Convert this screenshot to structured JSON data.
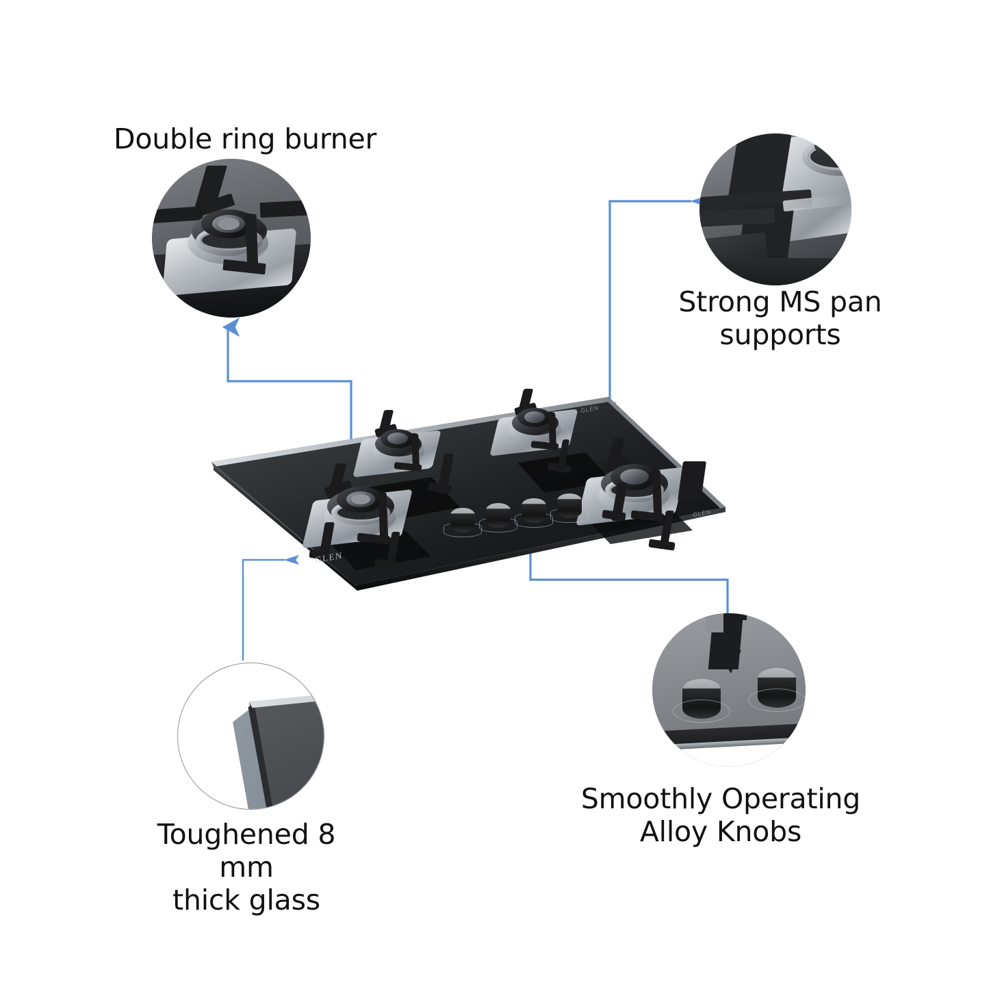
{
  "page": {
    "background_color": "#ffffff",
    "accent_color": "#5b8fd4",
    "text_color": "#111111",
    "product_type": "built-in glass gas hob",
    "brand": "GLEN"
  },
  "callouts": [
    {
      "id": "double-ring-burner",
      "label": "Double ring burner",
      "label_align": "left",
      "detail_view": "close-up of stainless steel burner with black double-ring burner cap and black pan support"
    },
    {
      "id": "strong-ms-pan-supports",
      "label": "Strong MS pan\nsupports",
      "label_align": "center",
      "detail_view": "close-up of black mild-steel pan support arms over the stainless burner base"
    },
    {
      "id": "toughened-glass",
      "label": "Toughened 8 mm\nthick glass",
      "label_align": "center",
      "detail_view": "close-up of the corner edge of the black toughened glass top showing its thickness"
    },
    {
      "id": "alloy-knobs",
      "label": "Smoothly Operating\nAlloy Knobs",
      "label_align": "center",
      "detail_view": "close-up of two cylindrical alloy-topped control knobs on the glass panel"
    }
  ],
  "product": {
    "brand_text": "GLEN",
    "brand_mark_text": "GLEN",
    "burner_count": 4,
    "knob_count": 4,
    "glass_color": "#17181a",
    "pan_support_color": "#1b1b1d",
    "knob_top_color": "#b0b4b7",
    "knob_body_color": "#18191b"
  }
}
